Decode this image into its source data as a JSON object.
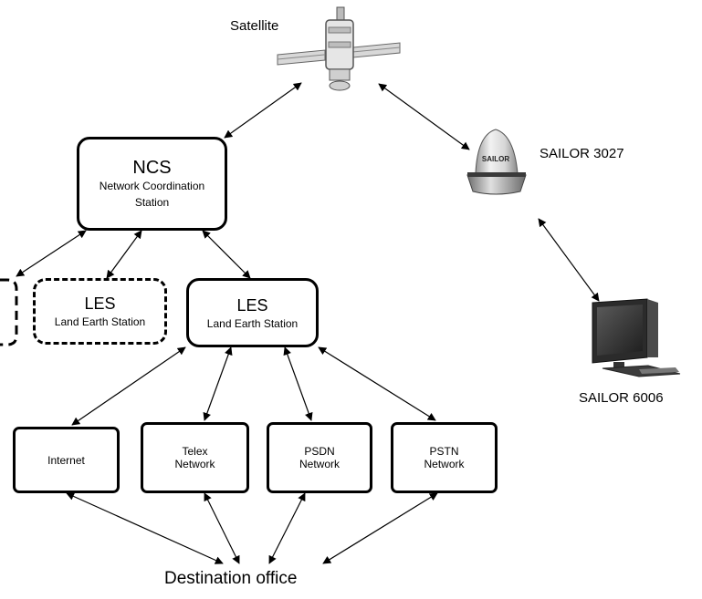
{
  "satellite": {
    "label": "Satellite"
  },
  "terminal": {
    "label": "SAILOR 3027",
    "dome_text": "SAILOR"
  },
  "monitor": {
    "label": "SAILOR 6006"
  },
  "ncs": {
    "title": "NCS",
    "subtitle": "Network Coordination Station"
  },
  "les_dashed": {
    "title": "LES",
    "subtitle": "Land Earth Station"
  },
  "les": {
    "title": "LES",
    "subtitle": "Land Earth Station"
  },
  "networks": [
    {
      "label": "Internet"
    },
    {
      "label": "Telex Network"
    },
    {
      "label": "PSDN Network"
    },
    {
      "label": "PSTN Network"
    }
  ],
  "destination": {
    "label": "Destination office"
  }
}
